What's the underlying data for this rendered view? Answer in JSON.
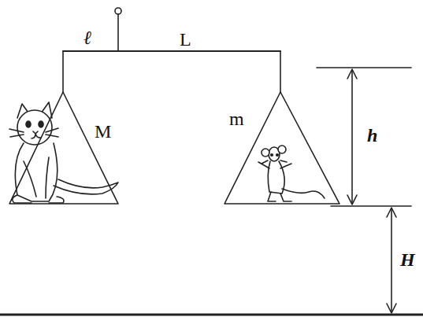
{
  "diagram": {
    "nodes": [
      {
        "text": [
          "M"
        ]
      },
      {
        "text": [
          "m"
        ]
      }
    ],
    "labels": [
      "ℓ",
      "L",
      "h",
      "H"
    ]
  }
}
